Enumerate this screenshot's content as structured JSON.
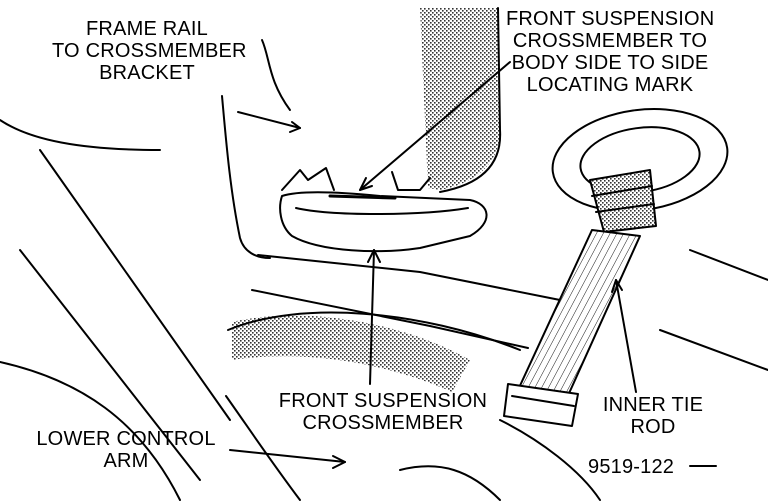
{
  "callouts": {
    "frame_rail_bracket": [
      "FRAME RAIL",
      "TO CROSSMEMBER",
      "BRACKET"
    ],
    "locating_mark": [
      "FRONT SUSPENSION",
      "CROSSMEMBER TO",
      "BODY SIDE TO SIDE",
      "LOCATING MARK"
    ],
    "crossmember": [
      "FRONT SUSPENSION",
      "CROSSMEMBER"
    ],
    "lower_control_arm": [
      "LOWER CONTROL",
      "ARM"
    ],
    "inner_tie_rod": [
      "INNER TIE",
      "ROD"
    ]
  },
  "figure_number": "9519-122",
  "colors": {
    "ink": "#000000",
    "paper": "#ffffff",
    "stipple": "#8c8c8c"
  }
}
